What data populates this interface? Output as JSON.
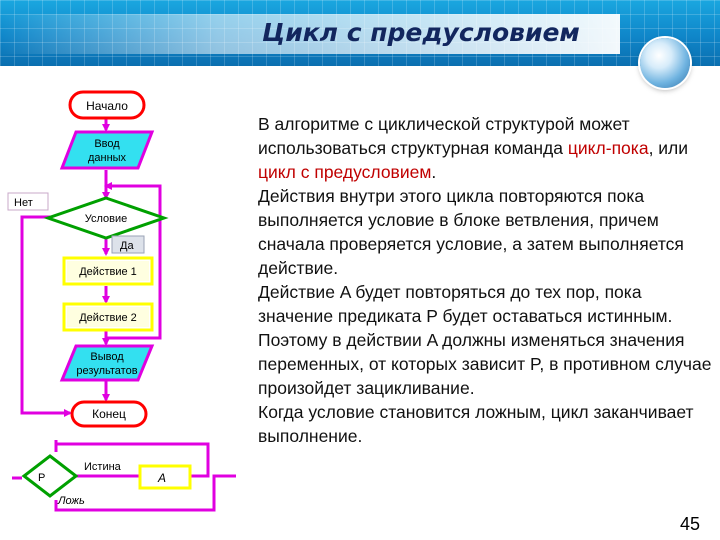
{
  "slide": {
    "title": "Цикл с предусловием",
    "page_number": "45"
  },
  "flowchart": {
    "start": "Начало",
    "input_line1": "Ввод",
    "input_line2": "данных",
    "no_label": "Нет",
    "condition": "Условие",
    "yes_label": "Да",
    "action1": "Действие 1",
    "action2": "Действие 2",
    "output_line1": "Вывод",
    "output_line2": "результатов",
    "end": "Конец"
  },
  "small_diagram": {
    "predicate": "P",
    "true_label": "Истина",
    "action": "A",
    "false_label": "Ложь"
  },
  "text": {
    "s1": "В алгоритме с циклической структурой может использоваться структурная команда ",
    "s2": "цикл-пока",
    "s3": ", или ",
    "s4": "цикл с предусловием",
    "s5": ".",
    "s6": "Действия внутри этого цикла повторяются пока выполняется условие в блоке ветвления, причем сначала проверяется условие, а затем выполняется действие.",
    "s7": "Действие A будет повторяться до тех пор, пока значение предиката P будет оставаться истинным.",
    "s8": "Поэтому в действии A должны изменяться значения переменных, от которых зависит P, в противном случае произойдет зацикливание.",
    "s9": "Когда условие становится ложным, цикл заканчивает выполнение."
  },
  "colors": {
    "flow_lines": "#e000e0",
    "block_border": "#ff0000",
    "terminal_fill": "#ffffff",
    "io_fill": "#33e0f0",
    "condition_border": "#00a000",
    "action_fill": "#ffff00",
    "highlight_red": "#c00000",
    "header_blue": "#0f86c9"
  }
}
